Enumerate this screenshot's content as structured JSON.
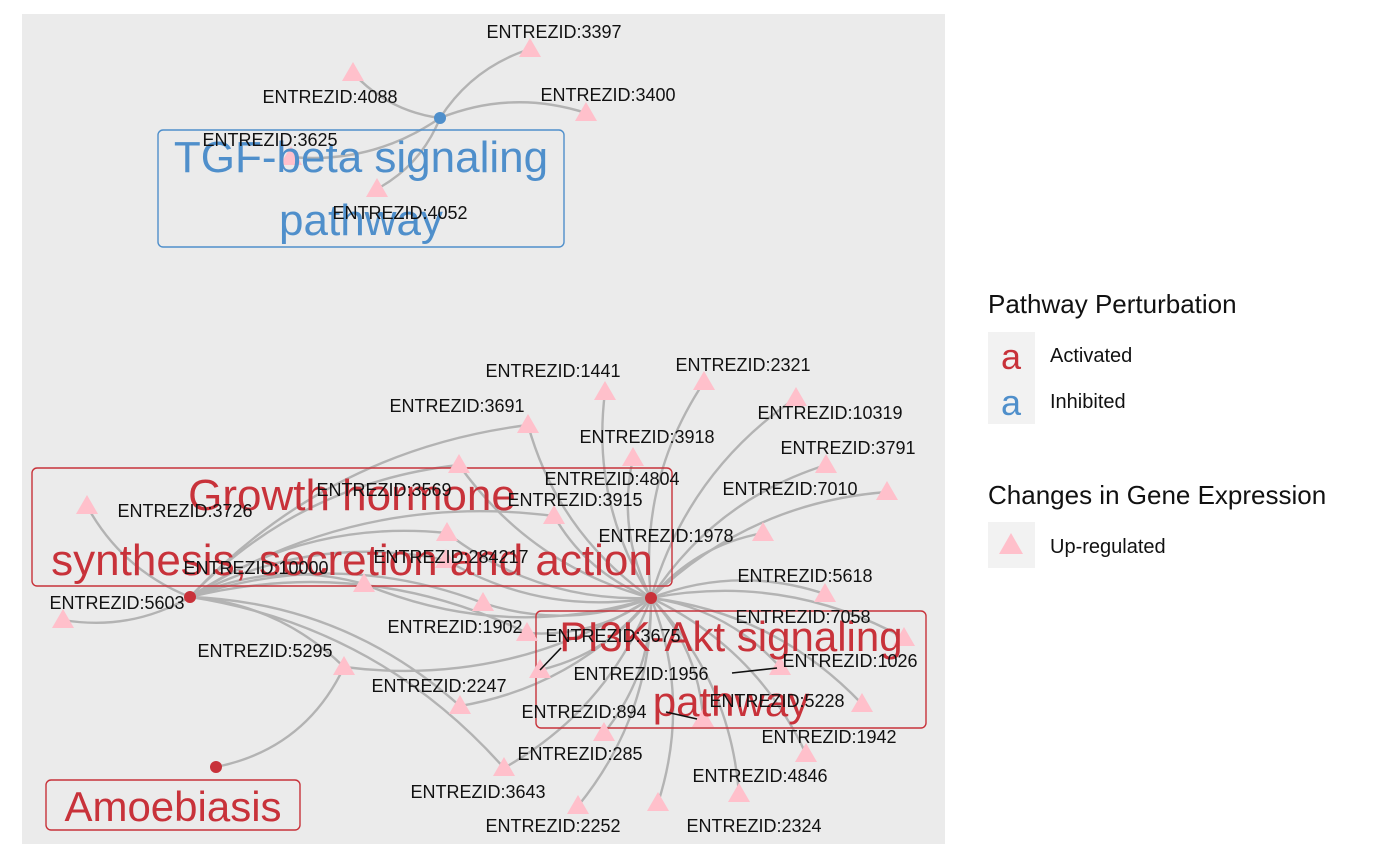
{
  "colors": {
    "panel_bg": "#ebebeb",
    "edge": "#b3b3b3",
    "activated": "#c8323a",
    "inhibited": "#4f8fcb",
    "up_regulated": "#ffc0cb",
    "legend_key_bg": "#f2f2f2"
  },
  "pathways": [
    {
      "id": "tgf",
      "label_lines": [
        "TGF-beta signaling",
        "pathway"
      ],
      "status": "inhibited"
    },
    {
      "id": "gh",
      "label_lines": [
        "Growth hormone",
        "synthesis, secretion and action"
      ],
      "status": "activated"
    },
    {
      "id": "pi3k",
      "label_lines": [
        "PI3K-Akt signaling",
        "pathway"
      ],
      "status": "activated"
    },
    {
      "id": "amoeb",
      "label_lines": [
        "Amoebiasis"
      ],
      "status": "activated"
    }
  ],
  "genes": [
    "ENTREZID:3397",
    "ENTREZID:4088",
    "ENTREZID:3400",
    "ENTREZID:3625",
    "ENTREZID:4052",
    "ENTREZID:2321",
    "ENTREZID:1441",
    "ENTREZID:10319",
    "ENTREZID:3691",
    "ENTREZID:3918",
    "ENTREZID:3791",
    "ENTREZID:4804",
    "ENTREZID:7010",
    "ENTREZID:3569",
    "ENTREZID:3915",
    "ENTREZID:3726",
    "ENTREZID:1978",
    "ENTREZID:284217",
    "ENTREZID:10000",
    "ENTREZID:5618",
    "ENTREZID:5603",
    "ENTREZID:7058",
    "ENTREZID:1902",
    "ENTREZID:3675",
    "ENTREZID:1026",
    "ENTREZID:5295",
    "ENTREZID:1956",
    "ENTREZID:2247",
    "ENTREZID:5228",
    "ENTREZID:894",
    "ENTREZID:1942",
    "ENTREZID:285",
    "ENTREZID:4846",
    "ENTREZID:3643",
    "ENTREZID:2252",
    "ENTREZID:2324"
  ],
  "legend": {
    "perturbation_title": "Pathway Perturbation",
    "key_glyph": "a",
    "activated_label": "Activated",
    "inhibited_label": "Inhibited",
    "expression_title": "Changes in Gene Expression",
    "up_regulated_label": "Up-regulated"
  }
}
